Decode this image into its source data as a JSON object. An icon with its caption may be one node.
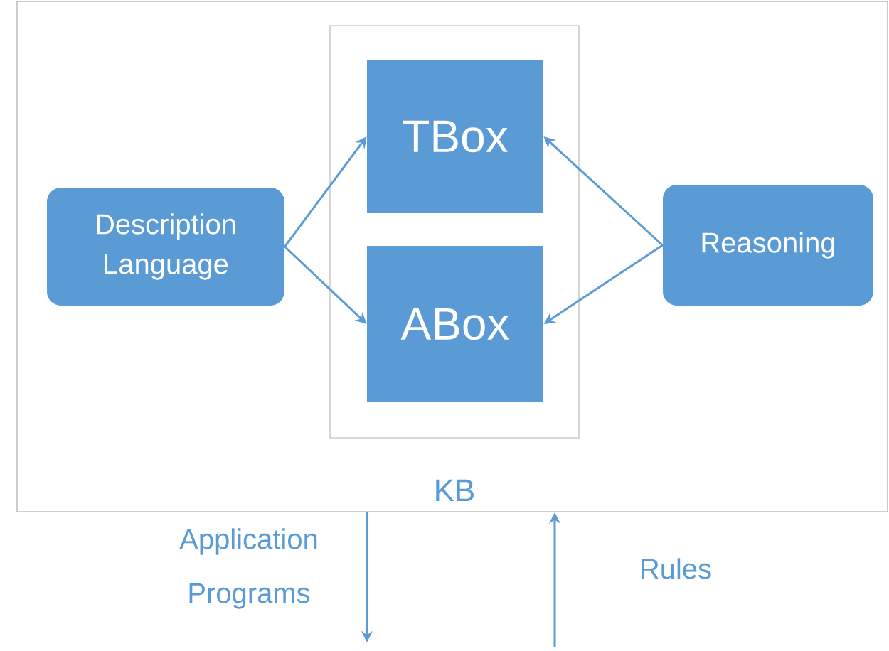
{
  "diagram": {
    "nodes": [
      {
        "text": [],
        "shape": "box"
      },
      {
        "text": [
          "KB"
        ],
        "in": 0
      },
      {
        "text": [
          "TBox"
        ],
        "in": 1
      },
      {
        "text": [
          "ABox"
        ],
        "in": 1
      },
      {
        "text": [
          "Description Language"
        ],
        "in": 0
      },
      {
        "text": [
          "Reasoning"
        ],
        "in": 0
      }
    ],
    "edges": [
      {
        "from": 4,
        "to": 2,
        "arrow": "to"
      },
      {
        "from": 4,
        "to": 3,
        "arrow": "to"
      },
      {
        "from": 5,
        "to": 2,
        "arrow": "to"
      },
      {
        "from": 5,
        "to": 3,
        "arrow": "to"
      },
      {
        "from": 0,
        "to": null,
        "arrow": "to",
        "label": "Application Programs"
      },
      {
        "from": null,
        "to": 0,
        "arrow": "to",
        "label": "Rules"
      }
    ]
  }
}
